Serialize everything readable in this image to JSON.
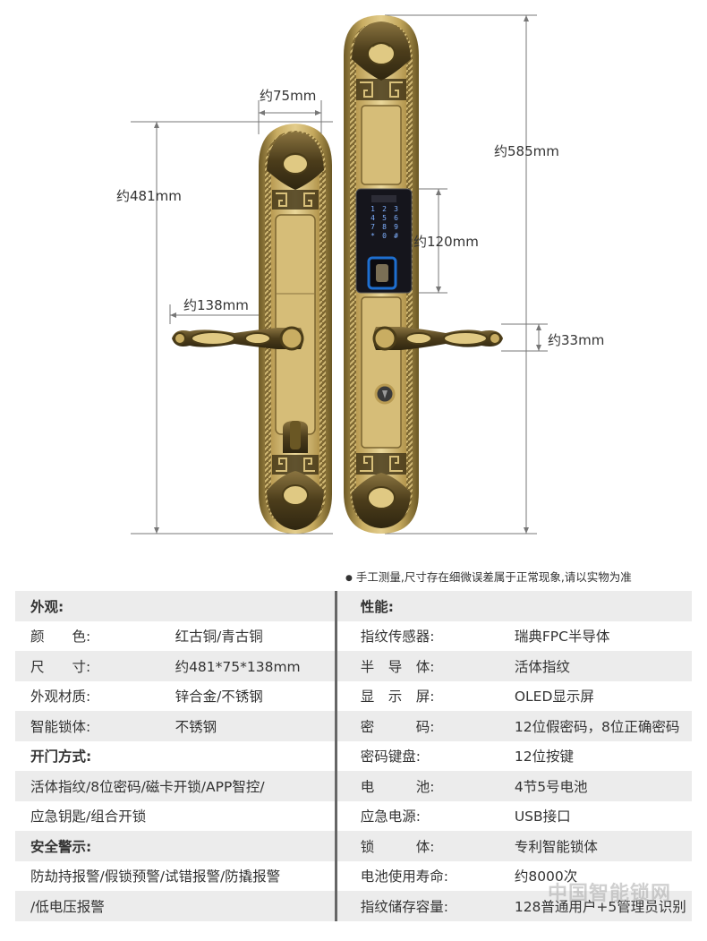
{
  "dimensions": {
    "width_75": "约75mm",
    "height_481": "约481mm",
    "height_585": "约585mm",
    "keypad_120": "约120mm",
    "handle_138": "约138mm",
    "handle_33": "约33mm"
  },
  "keypad_digits": [
    "1",
    "2",
    "3",
    "4",
    "5",
    "6",
    "7",
    "8",
    "9",
    "*",
    "0",
    "#"
  ],
  "note": "手工测量,尺寸存在细微误差属于正常现象,请以实物为准",
  "spec": {
    "left_header": "外观:",
    "right_header": "性能:",
    "rows": [
      {
        "lk": "颜　　色:",
        "lv": "红古铜/青古铜",
        "rk": "指纹传感器:",
        "rv": "瑞典FPC半导体"
      },
      {
        "lk": "尺　　寸:",
        "lv": "约481*75*138mm",
        "rk": "半　导　体:",
        "rv": "活体指纹"
      },
      {
        "lk": "外观材质:",
        "lv": "锌合金/不锈钢",
        "rk": "显　示　屏:",
        "rv": "OLED显示屏"
      },
      {
        "lk": "智能锁体:",
        "lv": "不锈钢",
        "rk": "密　　　码:",
        "rv": "12位假密码，8位正确密码"
      }
    ],
    "open_header": "开门方式:",
    "open_line1": "活体指纹/8位密码/磁卡开锁/APP智控/",
    "open_line2": "应急钥匙/组合开锁",
    "safety_header": "安全警示:",
    "safety_line1": "防劫持报警/假锁预警/试错报警/防撬报警",
    "safety_line2": "/低电压报警",
    "right_more": [
      {
        "rk": "密码键盘:",
        "rv": "12位按键"
      },
      {
        "rk": "电　　　池:",
        "rv": "4节5号电池"
      },
      {
        "rk": "应急电源:",
        "rv": "USB接口"
      },
      {
        "rk": "锁　　　体:",
        "rv": "专利智能锁体"
      },
      {
        "rk": "电池使用寿命:",
        "rv": "约8000次"
      },
      {
        "rk": "指纹储存容量:",
        "rv": "128普通用户+5管理员识别"
      }
    ]
  },
  "watermark": "中国智能锁网",
  "colors": {
    "brass_light": "#d8c07a",
    "brass_dark": "#5a4a22",
    "table_gray": "#ececec",
    "keypad_bg": "#15151c",
    "fingerprint_blue": "#1e6fd0"
  }
}
